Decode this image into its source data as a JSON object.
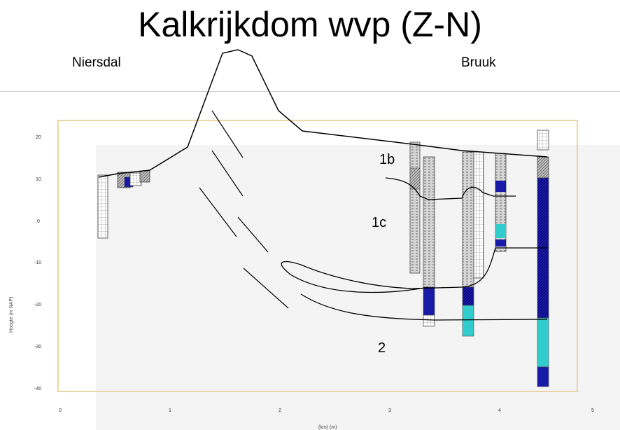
{
  "slide": {
    "title": "Kalkrijkdom wvp (Z-N)",
    "left_location": "Niersdal",
    "right_location": "Bruuk"
  },
  "axes": {
    "y_label": "Hoogte (m NAP)",
    "x_label": "(km) (m)",
    "y_ticks": [
      "20",
      "10",
      "0",
      "-10",
      "-20",
      "-30",
      "-40"
    ],
    "x_ticks": [
      "0",
      "1",
      "2",
      "3",
      "4",
      "5"
    ]
  },
  "unit_labels": [
    "1b",
    "1c",
    "2"
  ],
  "colors": {
    "frame": "#e6c98a",
    "background_panel": "#f4f4f4",
    "boring_fill": "#c8c8c8",
    "dark_blue": "#1a1aa8",
    "cyan": "#33cccc",
    "line": "#000000"
  }
}
